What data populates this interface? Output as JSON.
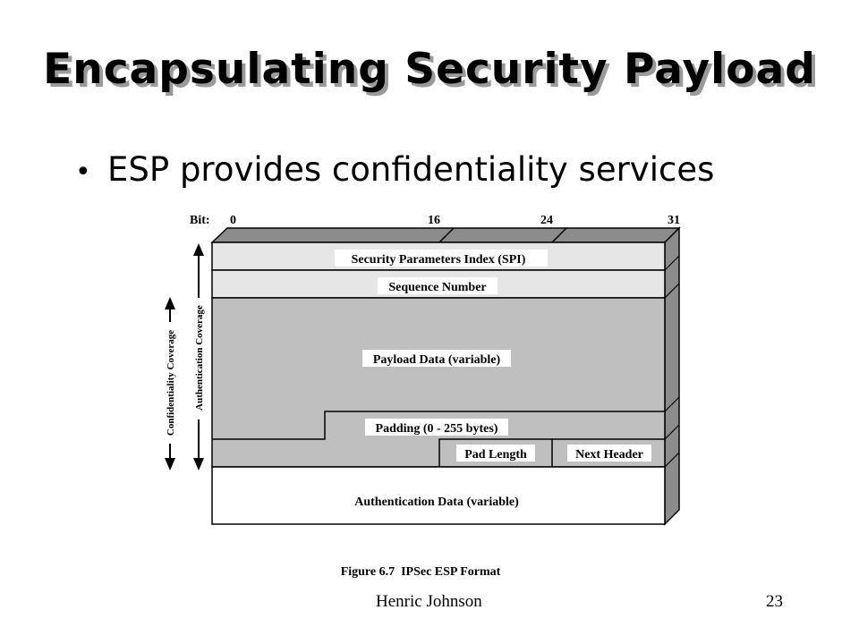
{
  "slide": {
    "title": "Encapsulating Security Payload",
    "bullet": "ESP provides confidentiality services",
    "footer_author": "Henric Johnson",
    "page_number": "23"
  },
  "diagram": {
    "bit_label": "Bit:",
    "bit_ticks": [
      "0",
      "16",
      "24",
      "31"
    ],
    "fields": {
      "spi": "Security Parameters Index (SPI)",
      "sequence_number": "Sequence Number",
      "payload_data": "Payload Data (variable)",
      "padding": "Padding (0 - 255 bytes)",
      "pad_length": "Pad Length",
      "next_header": "Next Header",
      "authentication_data": "Authentication Data (variable)"
    },
    "coverage": {
      "authentication": "Authentication Coverage",
      "confidentiality": "Confidentiality Coverage"
    },
    "caption": "Figure 6.7  IPSec ESP Format",
    "colors": {
      "light_field": "#e6e6e6",
      "dark_field": "#bfbfbf",
      "top_face": "#8c8c8c",
      "side_face": "#8c8c8c"
    }
  }
}
